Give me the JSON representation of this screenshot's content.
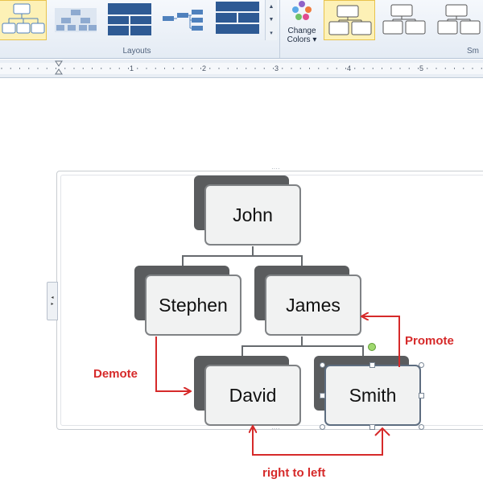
{
  "ribbon": {
    "layouts_group_label": "Layouts",
    "change_colors_label_line1": "Change",
    "change_colors_label_line2": "Colors",
    "change_colors_dropdown": "▾",
    "styles_group_label_partial": "Sm",
    "gallery_scroll_up": "▲",
    "gallery_scroll_down": "▼",
    "gallery_more": "▾"
  },
  "ruler": {
    "marks": [
      "1",
      "2",
      "3",
      "4",
      "5"
    ]
  },
  "text_pane": {
    "expand_glyphs": [
      "◂",
      "▸"
    ]
  },
  "org_chart": {
    "nodes": {
      "john": "John",
      "stephen": "Stephen",
      "james": "James",
      "david": "David",
      "smith": "Smith"
    }
  },
  "annotations": {
    "promote": "Promote",
    "demote": "Demote",
    "right_to_left": "right to left"
  },
  "colors": {
    "annotation_red": "#d62a2a",
    "node_shadow": "#5a5c5e",
    "node_fill": "#f1f2f2",
    "node_border": "#7f8285",
    "ribbon_selected": "#fdf1b6"
  }
}
